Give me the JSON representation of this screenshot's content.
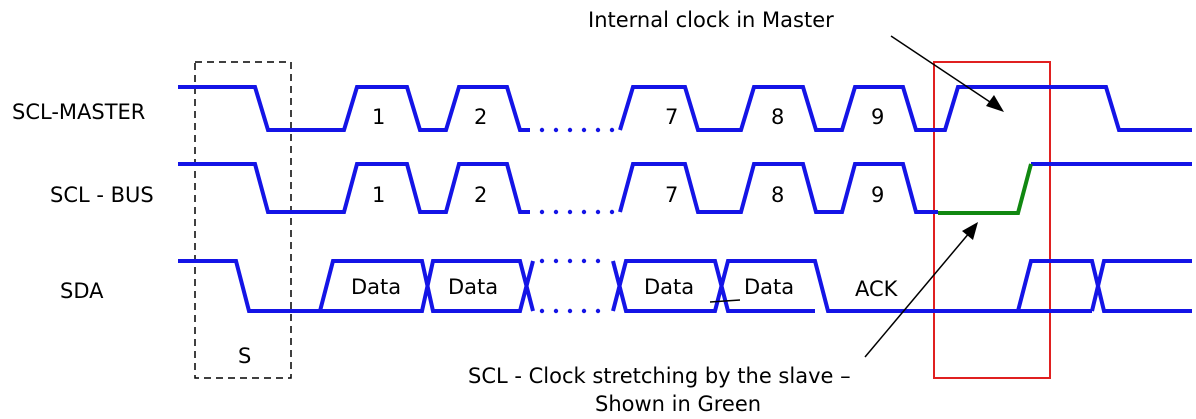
{
  "colors": {
    "signal": "#1414e6",
    "stretch": "#118811",
    "highlight_box": "#e02020",
    "start_box": "#000000",
    "text": "#000000"
  },
  "signals": {
    "scl_master": "SCL-MASTER",
    "scl_bus": "SCL - BUS",
    "sda": "SDA"
  },
  "clock_numbers": [
    "1",
    "2",
    "7",
    "8",
    "9"
  ],
  "sda_labels": {
    "data": "Data",
    "ack": "ACK"
  },
  "start_label": "S",
  "annotations": {
    "internal_clock": "Internal clock in Master",
    "stretching_line1": "SCL - Clock stretching by the slave –",
    "stretching_line2": "Shown in Green"
  }
}
